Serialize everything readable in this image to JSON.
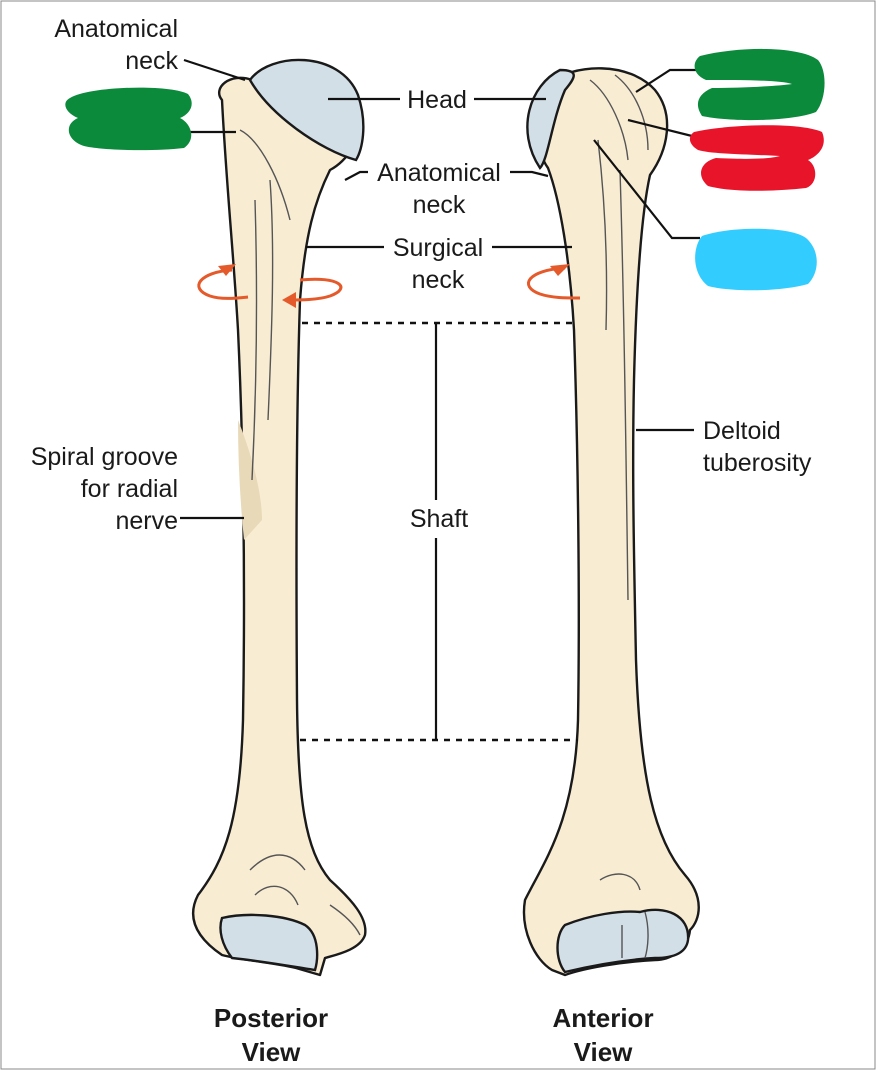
{
  "labels": {
    "anatomical_neck_left": [
      "Anatomical",
      "neck"
    ],
    "head": "Head",
    "anatomical_neck_center": [
      "Anatomical",
      "neck"
    ],
    "surgical_neck": [
      "Surgical",
      "neck"
    ],
    "spiral_groove": [
      "Spiral groove",
      "for radial",
      "nerve"
    ],
    "shaft": "Shaft",
    "deltoid_tuberosity": [
      "Deltoid",
      "tuberosity"
    ]
  },
  "views": {
    "posterior": [
      "Posterior",
      "View"
    ],
    "anterior": [
      "Anterior",
      "View"
    ]
  },
  "redactions": {
    "left_green": "#0b8a3c",
    "right_green": "#0b8a3c",
    "right_red": "#e8142a",
    "right_blue": "#33ccff"
  },
  "colors": {
    "bone": "#f8ecd3",
    "cartilage": "#d3dfe7",
    "rotation_arrow": "#e55a2b"
  }
}
